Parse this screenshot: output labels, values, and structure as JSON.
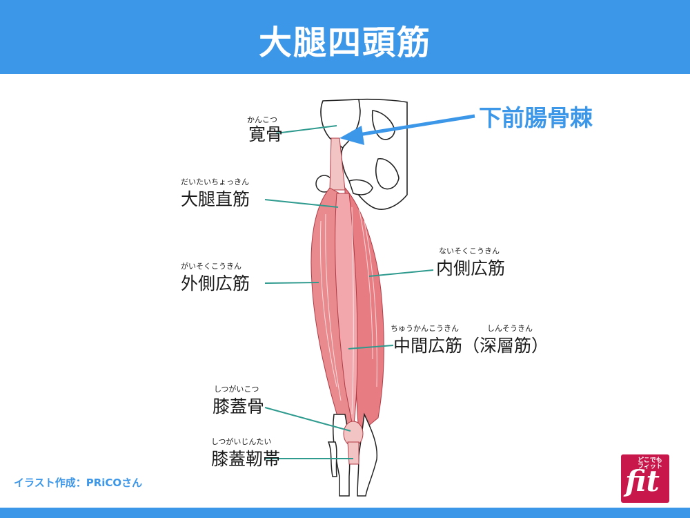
{
  "header": {
    "title": "大腿四頭筋"
  },
  "callout": {
    "text": "下前腸骨棘"
  },
  "labels": {
    "ilium": {
      "ruby": "かんこつ",
      "text": "寛骨"
    },
    "rectus_femoris": {
      "ruby": "だいたいちょっきん",
      "text": "大腿直筋"
    },
    "vastus_lateralis": {
      "ruby": "がいそくこうきん",
      "text": "外側広筋"
    },
    "vastus_medialis": {
      "ruby": "ないそくこうきん",
      "text": "内側広筋"
    },
    "vastus_intermedius": {
      "ruby1": "ちゅうかんこうきん",
      "ruby2": "しんそうきん",
      "text": "中間広筋（深層筋）"
    },
    "patella": {
      "ruby": "しつがいこつ",
      "text": "膝蓋骨"
    },
    "patellar_ligament": {
      "ruby": "しつがいじんたい",
      "text": "膝蓋靭帯"
    }
  },
  "credit": "イラスト作成：PRiCOさん",
  "logo": {
    "small": "どこでも\nフィット",
    "big": "fit"
  },
  "colors": {
    "accent": "#3d97e8",
    "leader": "#2f9a8e",
    "muscle": "#e06a70",
    "logo": "#c8174a"
  }
}
